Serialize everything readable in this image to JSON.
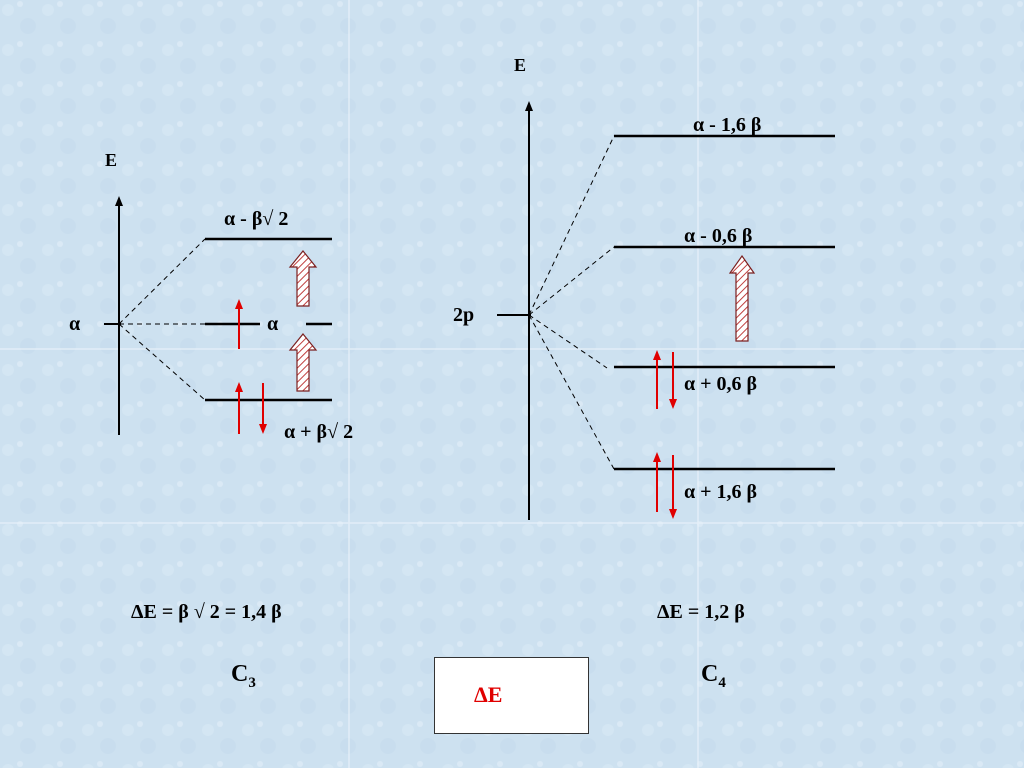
{
  "left": {
    "axis_label": "E",
    "alpha_left": "α",
    "level_top": "α - β√ 2",
    "level_mid": "α",
    "level_bottom": "α + β√ 2",
    "delta": "ΔE = β √ 2  = 1,4 β",
    "name_main": "C",
    "name_sub": "3"
  },
  "right": {
    "axis_label": "E",
    "orbital": "2p",
    "level_1": "α - 1,6 β",
    "level_2": "α - 0,6 β",
    "level_3": "α + 0,6 β",
    "level_4": "α + 1,6 β",
    "delta": "ΔE = 1,2 β",
    "name_main": "C",
    "name_sub": "4"
  },
  "box": {
    "text": "ΔE"
  },
  "colors": {
    "electron": "#e00000",
    "hatch": "#c04040",
    "background": "#cfe2f1"
  }
}
